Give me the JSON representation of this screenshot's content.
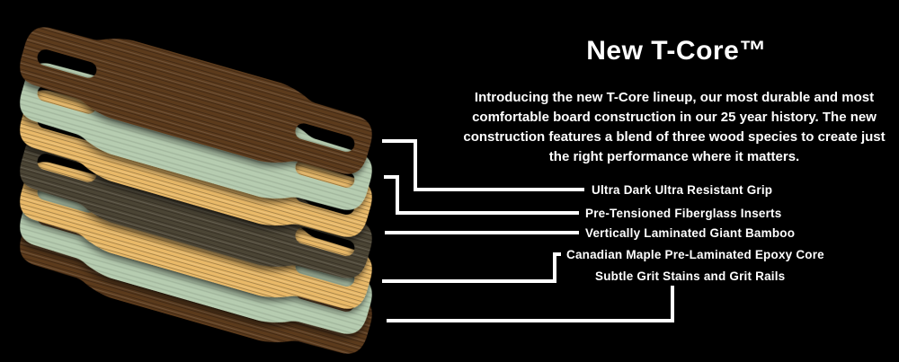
{
  "headline": "New T-Core™",
  "intro": "Introducing the new T-Core lineup, our most durable and most comfortable board construction in our 25 year history.  The new construction features a blend of three wood species to create just the right performance where it matters.",
  "callouts": [
    {
      "label": "Ultra Dark Ultra Resistant Grip"
    },
    {
      "label": "Pre-Tensioned Fiberglass Inserts"
    },
    {
      "label": "Vertically Laminated Giant Bamboo"
    },
    {
      "label": "Canadian Maple Pre-Laminated Epoxy Core"
    },
    {
      "label": "Subtle Grit Stains and Grit Rails"
    }
  ],
  "layers": [
    {
      "name": "dark-walnut-top-veneer",
      "color": "#5c3a1d"
    },
    {
      "name": "fiberglass-layer-upper",
      "color": "#b6ccb0"
    },
    {
      "name": "maple-layer-upper",
      "color": "#e9b968"
    },
    {
      "name": "bamboo-core",
      "color": "#4c4534"
    },
    {
      "name": "maple-layer-lower",
      "color": "#e9b968"
    },
    {
      "name": "fiberglass-layer-lower",
      "color": "#b6ccb0"
    },
    {
      "name": "dark-walnut-bottom-veneer",
      "color": "#5c3a1d"
    }
  ],
  "colors": {
    "background": "#000000",
    "text": "#ffffff",
    "callout_line": "#ffffff"
  }
}
